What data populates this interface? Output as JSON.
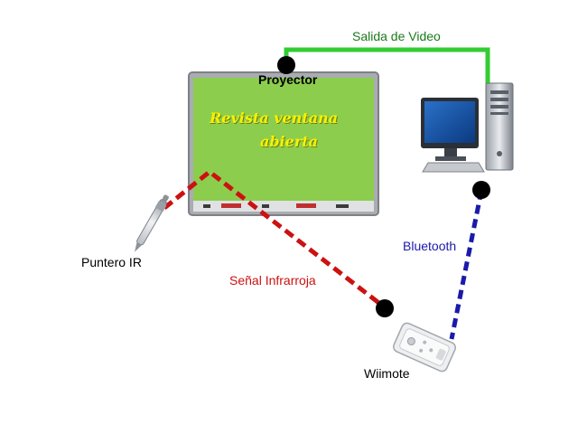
{
  "labels": {
    "video_out": "Salida de Video",
    "projector": "Proyector",
    "bluetooth": "Bluetooth",
    "ir_signal": "Señal Infrarroja",
    "ir_pointer": "Puntero IR",
    "wiimote": "Wiimote"
  },
  "board": {
    "title_line1": "Revista  ventana",
    "title_line2": "abierta"
  },
  "colors": {
    "video_link": "#33cc33",
    "ir_link": "#cc1111",
    "bluetooth_link": "#1a1aaa",
    "board_green": "#8ccd4e",
    "video_text": "#1a7a1a",
    "bluetooth_text": "#1a1aaa",
    "ir_text": "#cc1111"
  }
}
